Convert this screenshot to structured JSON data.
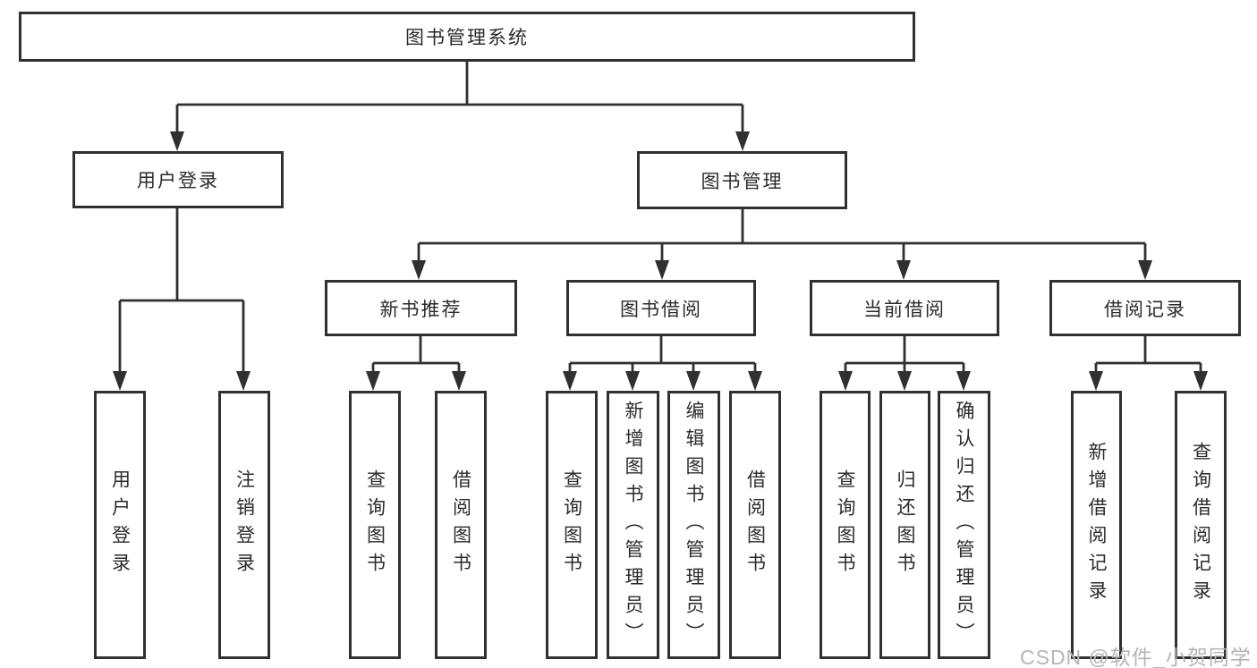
{
  "tree": {
    "root": {
      "label": "图书管理系统",
      "children": [
        {
          "label": "用户登录",
          "children": [
            {
              "label": "用户登录"
            },
            {
              "label": "注销登录"
            }
          ]
        },
        {
          "label": "图书管理",
          "children": [
            {
              "label": "新书推荐",
              "children": [
                {
                  "label": "查询图书"
                },
                {
                  "label": "借阅图书"
                }
              ]
            },
            {
              "label": "图书借阅",
              "children": [
                {
                  "label": "查询图书"
                },
                {
                  "label": "新增图书（管理员）"
                },
                {
                  "label": "编辑图书（管理员）"
                },
                {
                  "label": "借阅图书"
                }
              ]
            },
            {
              "label": "当前借阅",
              "children": [
                {
                  "label": "查询图书"
                },
                {
                  "label": "归还图书"
                },
                {
                  "label": "确认归还（管理员）"
                }
              ]
            },
            {
              "label": "借阅记录",
              "children": [
                {
                  "label": "新增借阅记录"
                },
                {
                  "label": "查询借阅记录"
                }
              ]
            }
          ]
        }
      ]
    }
  },
  "watermark": {
    "text": "CSDN @软件_小贺同学"
  },
  "colors": {
    "line": "#303030",
    "border": "#303030",
    "text": "#2b2b2b",
    "watermark": "#b5b5b5",
    "background": "#ffffff"
  }
}
